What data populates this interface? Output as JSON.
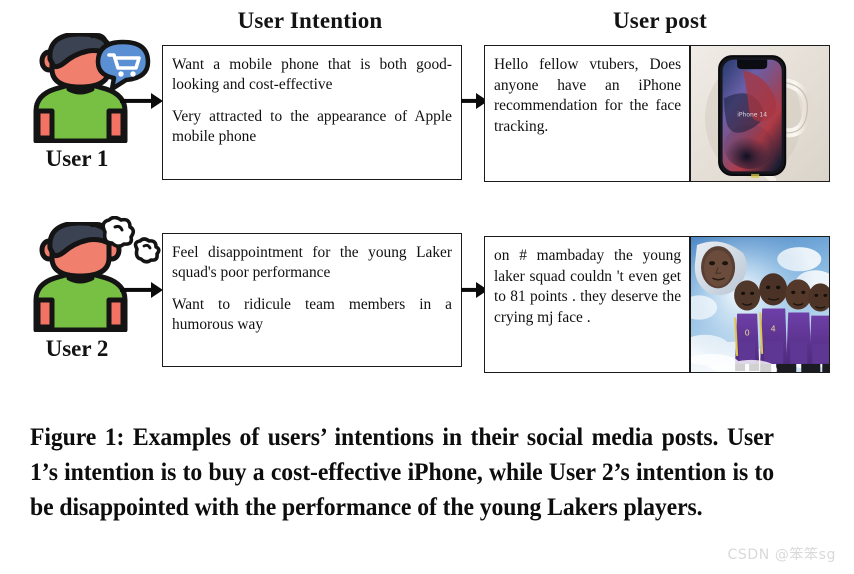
{
  "figure": {
    "headers": {
      "intention": "User Intention",
      "post": "User post"
    },
    "rows": [
      {
        "user_label": "User 1",
        "avatar": "person-avatar-icon",
        "mood_icon": "shopping-cart-speech-bubble-icon",
        "intention_lines": [
          "Want a mobile phone that is both good-looking and cost-effective",
          "Very attracted to the appearance of Apple mobile phone"
        ],
        "post_text": "Hello fellow vtubers, Does anyone have an iPhone recommendation for the face tracking.",
        "post_image": {
          "name": "iphone-photo",
          "caption_text": "iPhone 14"
        }
      },
      {
        "user_label": "User 2",
        "avatar": "person-avatar-icon",
        "mood_icon": "anger-steam-puff-icon",
        "intention_lines": [
          "Feel disappointment for the young Laker squad's poor performance",
          "Want to ridicule team members in a humorous way"
        ],
        "post_text": "on # mambaday the young laker squad couldn 't even get to 81 points . they deserve the crying mj face .",
        "post_image": {
          "name": "lakers-clouds-meme-photo",
          "caption_text": ""
        }
      }
    ],
    "caption": "Figure 1: Examples of users’ intentions in their social media posts. User 1’s intention is to buy a cost-effective iPhone, while User 2’s intention is to be disappointed with the performance of the young Lakers players.",
    "watermark": "CSDN @笨笨sg",
    "colors": {
      "avatar_hair": "#3b4252",
      "avatar_skin": "#f07f6e",
      "avatar_shirt": "#77c043",
      "avatar_sleeve": "#f47264",
      "bubble_blue": "#5b8fd4",
      "outline": "#141414",
      "box_border": "#1b1b1b",
      "watermark": "#d9d9d9"
    }
  }
}
